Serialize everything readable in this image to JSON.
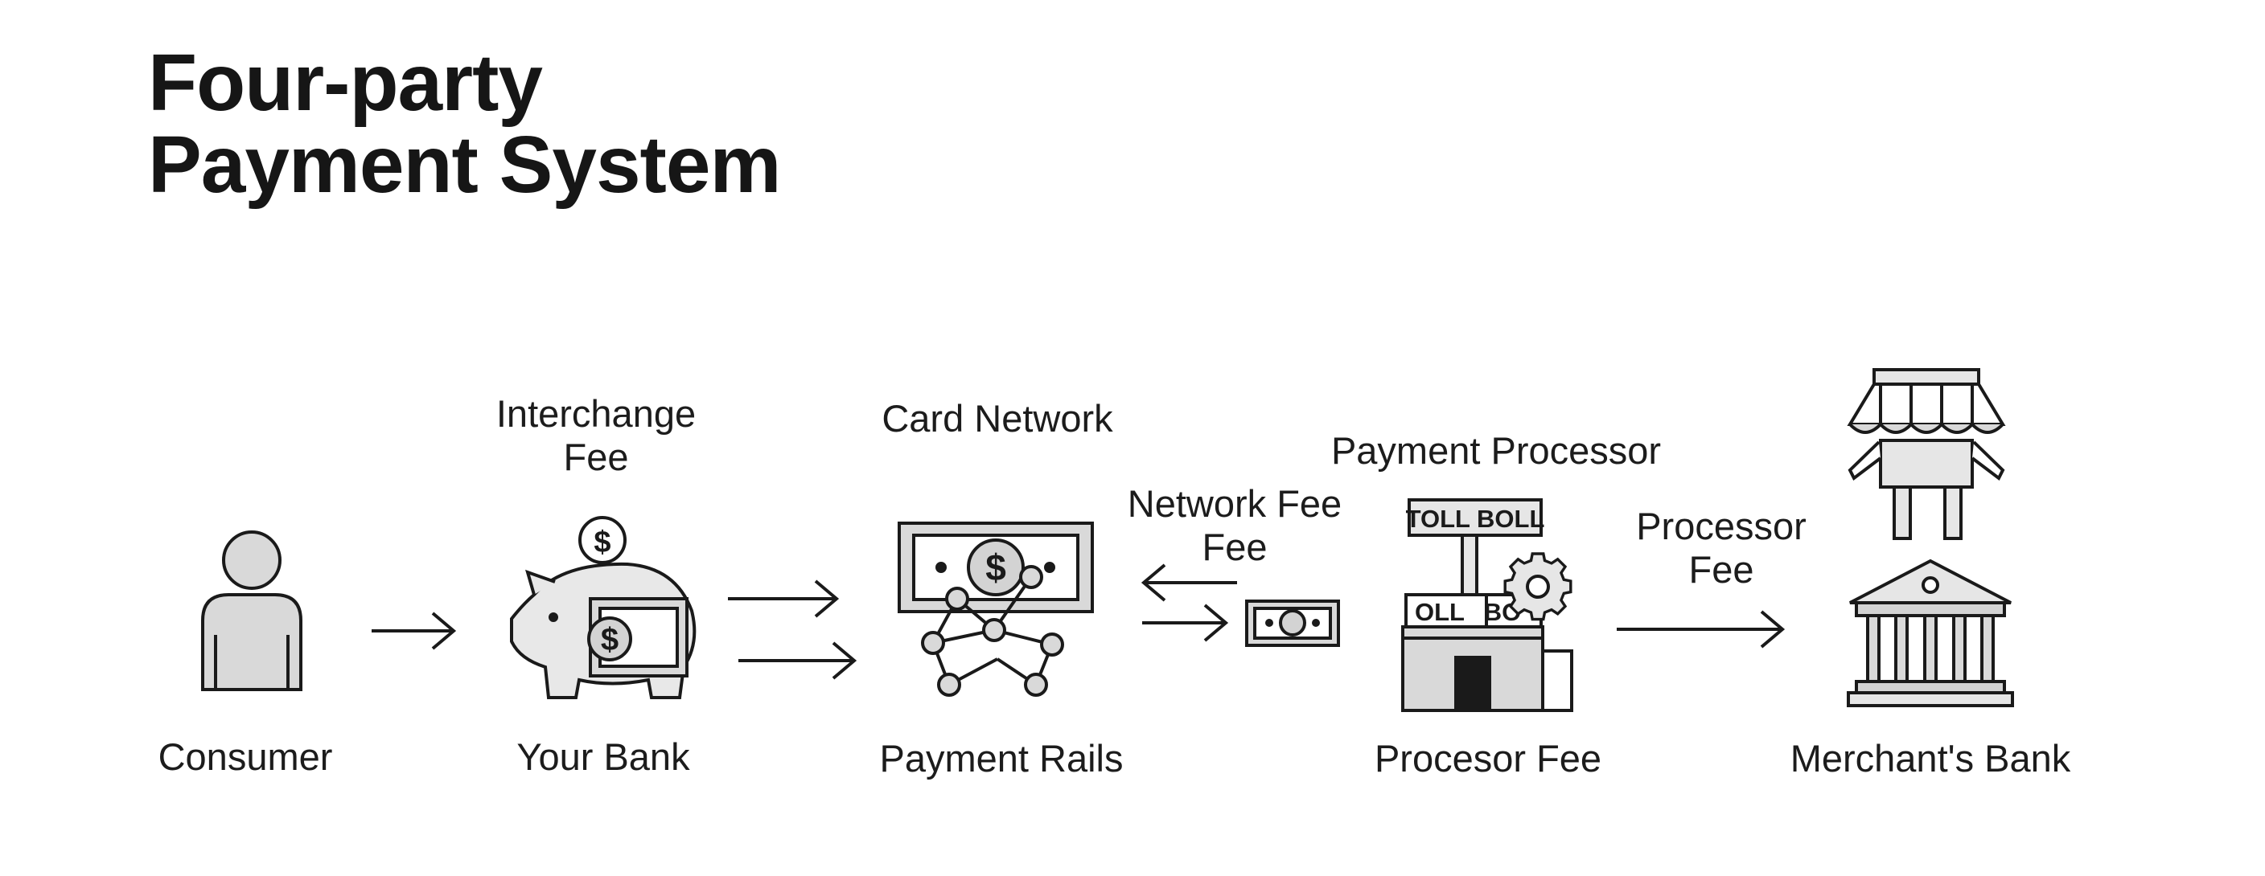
{
  "title": {
    "line1": "Four-party",
    "line2": "Payment System"
  },
  "nodes": {
    "consumer": "Consumer",
    "your_bank": "Your Bank",
    "payment_rails": "Payment Rails",
    "procesor_fee": "Procesor Fee",
    "merchants_bank": "Merchant's Bank"
  },
  "headers": {
    "interchange_fee": {
      "line1": "Interchange",
      "line2": "Fee"
    },
    "card_network": "Card Network",
    "network_fee": {
      "line1": "Network Fee",
      "line2": "Fee"
    },
    "payment_processor": "Payment Processor",
    "processor_fee": {
      "line1": "Processor",
      "line2": "Fee"
    }
  },
  "icon_text": {
    "toll_sign": "TOLL BOLL",
    "booth_left": "OLL",
    "booth_right": "BO",
    "dollar": "$"
  },
  "icons": [
    "person-icon",
    "piggy-bank-icon",
    "banknote-network-icon",
    "banknote-icon",
    "toll-booth-icon",
    "gear-icon",
    "storefront-icon",
    "bank-building-icon"
  ],
  "colors": {
    "ink": "#1a1a1a",
    "fill_light": "#e6e6e6",
    "fill_mid": "#d3d3d3",
    "fill_dark": "#1a1a1a"
  }
}
